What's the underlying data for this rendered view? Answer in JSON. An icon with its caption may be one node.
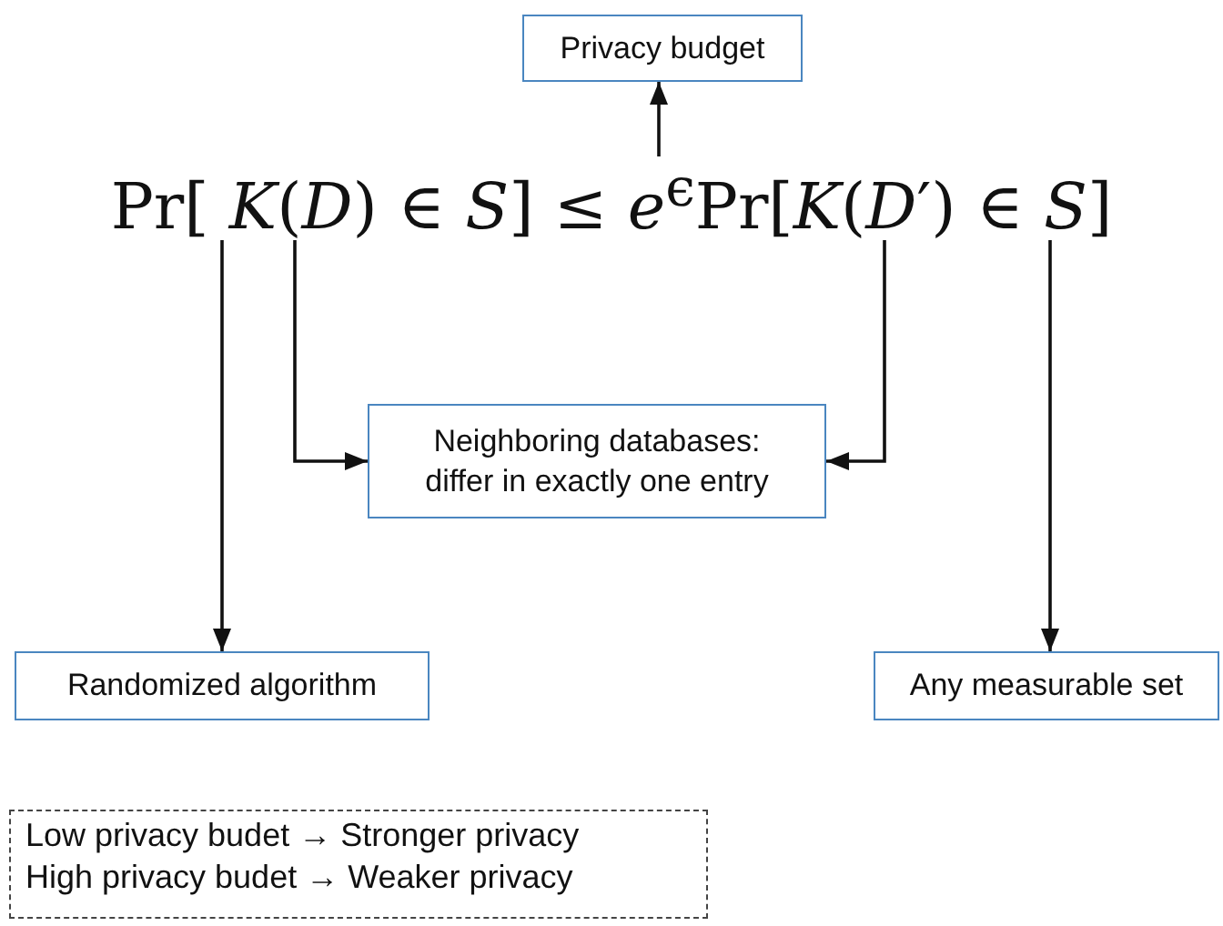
{
  "diagram": {
    "nodes": [
      {
        "text": [
          "Pr[ *K*(*D*) ∈ *S*] ≤ *e*$^{ϵ}$Pr[*K*(*D*′) ∈ *S*]"
        ]
      },
      {
        "text": [
          "Privacy budget"
        ]
      },
      {
        "text": [
          "Neighboring databases: differ in exactly one entry"
        ]
      },
      {
        "text": [
          "Randomized algorithm"
        ]
      },
      {
        "text": [
          "Any measurable set"
        ]
      },
      {
        "text": [
          "Low privacy budet → Stronger privacy",
          "High privacy budet → Weaker privacy"
        ]
      }
    ],
    "edges": [
      {
        "from": 0,
        "to": 1,
        "arrow": "to"
      },
      {
        "from": 0,
        "to": 3,
        "arrow": "to"
      },
      {
        "from": 0,
        "to": 2,
        "arrow": "to"
      },
      {
        "from": 0,
        "to": 2,
        "arrow": "to"
      },
      {
        "from": 0,
        "to": 4,
        "arrow": "to"
      }
    ]
  }
}
